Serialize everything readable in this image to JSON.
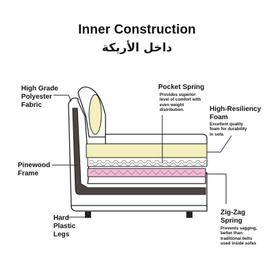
{
  "title": "Inner Construction",
  "subtitle": "داخل الأريكة",
  "labels": {
    "fabric": [
      "High Grade",
      "Polyester",
      "Fabric"
    ],
    "frame": [
      "Pinewood",
      "Frame"
    ],
    "legs": [
      "Hard",
      "Plastic",
      "Legs"
    ],
    "pocket_title": "Pocket Spring",
    "pocket_desc": [
      "Provides superior",
      "level of comfort with",
      "even weight",
      "distribution."
    ],
    "foam_title": [
      "High-Resiliency",
      "Foam"
    ],
    "foam_desc": [
      "Excellent quality",
      "foam for durability",
      "in sofa"
    ],
    "zigzag_title": [
      "Zig-Zag",
      "Spring"
    ],
    "zigzag_desc": [
      "Prevents sagging,",
      "better than",
      "traditional belts",
      "used inside sofas"
    ]
  },
  "colors": {
    "foam": "#f3efbe",
    "frame": "#4a4542",
    "zigzag": "#f2b8d6",
    "outline": "#222222",
    "backrest": "#f3efbe"
  }
}
